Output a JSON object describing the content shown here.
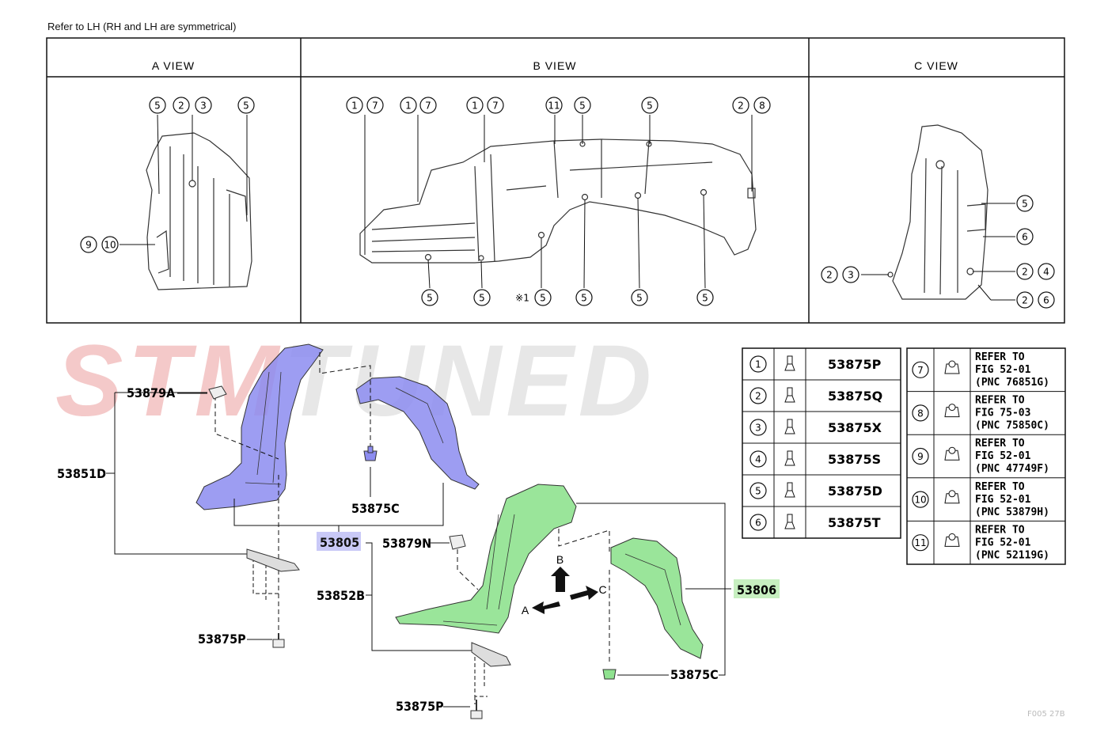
{
  "note": "Refer to LH (RH and LH are symmetrical)",
  "watermark": {
    "part1": "STM",
    "part2": "TUNED"
  },
  "views": {
    "a": "A VIEW",
    "b": "B VIEW",
    "c": "C VIEW"
  },
  "a_view_callouts": [
    "5",
    "2",
    "3",
    "5",
    "9",
    "10"
  ],
  "b_view_callouts": [
    "1",
    "7",
    "1",
    "7",
    "1",
    "7",
    "11",
    "5",
    "5",
    "2",
    "8",
    "5",
    "5",
    "※1",
    "5",
    "5",
    "5",
    "5"
  ],
  "c_view_callouts": [
    "5",
    "6",
    "2",
    "3",
    "2",
    "4",
    "2",
    "6"
  ],
  "parts": {
    "p53879A": "53879A",
    "p53851D": "53851D",
    "p53875C_top": "53875C",
    "p53805": "53805",
    "p53879N": "53879N",
    "p53852B": "53852B",
    "p53806": "53806",
    "p53875P_left": "53875P",
    "p53875C_bottom": "53875C",
    "p53875P_bottom": "53875P"
  },
  "arrows": {
    "a": "A",
    "b": "B",
    "c": "C"
  },
  "legend_left": [
    {
      "num": "1",
      "code": "53875P"
    },
    {
      "num": "2",
      "code": "53875Q"
    },
    {
      "num": "3",
      "code": "53875X"
    },
    {
      "num": "4",
      "code": "53875S"
    },
    {
      "num": "5",
      "code": "53875D"
    },
    {
      "num": "6",
      "code": "53875T"
    }
  ],
  "legend_right": [
    {
      "num": "7",
      "l1": "REFER TO",
      "l2": "FIG 52-01",
      "l3": "(PNC 76851G)"
    },
    {
      "num": "8",
      "l1": "REFER TO",
      "l2": "FIG 75-03",
      "l3": "(PNC 75850C)"
    },
    {
      "num": "9",
      "l1": "REFER TO",
      "l2": "FIG 52-01",
      "l3": "(PNC 47749F)"
    },
    {
      "num": "10",
      "l1": "REFER TO",
      "l2": "FIG 52-01",
      "l3": "(PNC 53879H)"
    },
    {
      "num": "11",
      "l1": "REFER TO",
      "l2": "FIG 52-01",
      "l3": "(PNC 52119G)"
    }
  ],
  "figure_id": "F005 27B",
  "colors": {
    "blue_part": "#8c8cf0",
    "green_part": "#8fe28f",
    "highlight_blue": "#c9c9f7",
    "highlight_green": "#c7efc0"
  }
}
